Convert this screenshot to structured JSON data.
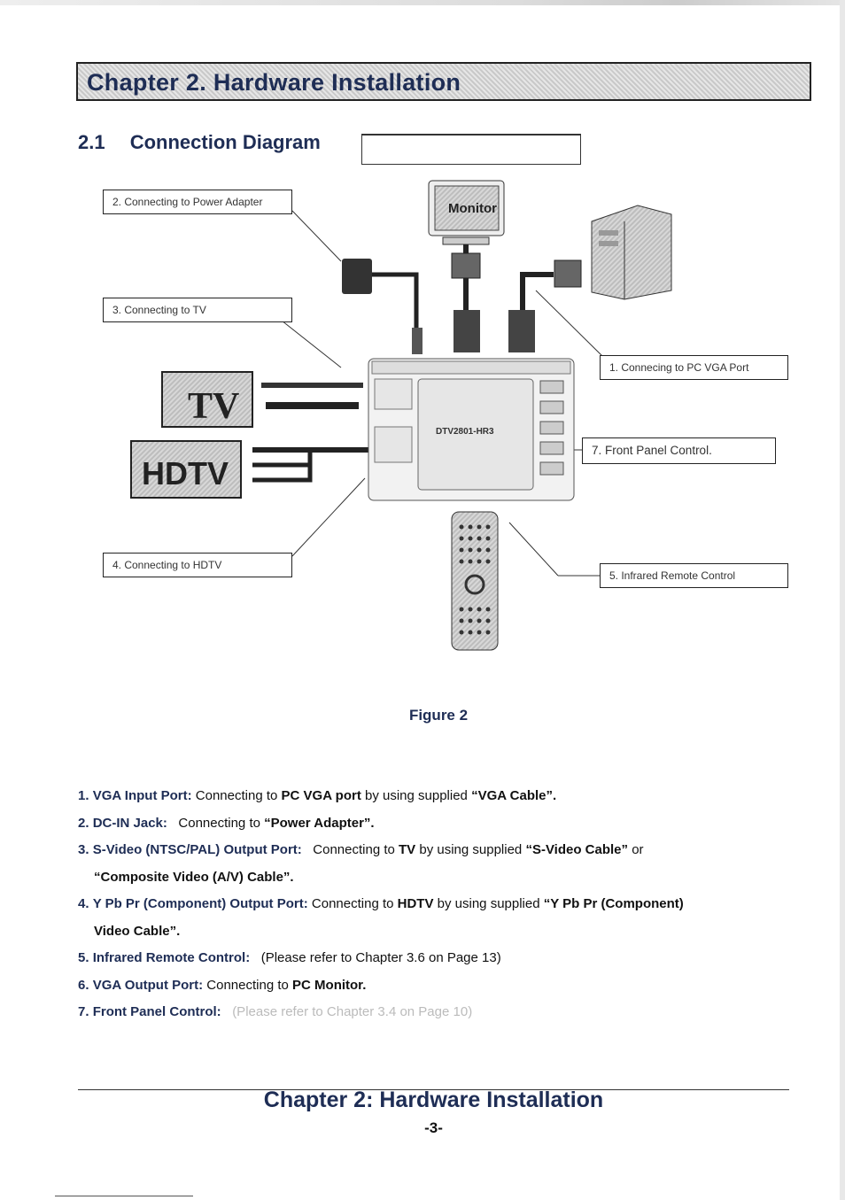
{
  "chapter_heading": "Chapter 2. Hardware Installation",
  "section": {
    "number": "2.1",
    "title": "Connection Diagram"
  },
  "diagram": {
    "callouts": {
      "power": "2. Connecting to Power Adapter",
      "tv": "3. Connecting to TV",
      "pc": "1. Connecing to PC VGA Port",
      "front_panel": "7. Front Panel Control.",
      "hdtv": "4. Connecting to HDTV",
      "remote": "5. Infrared Remote Control"
    },
    "device_labels": {
      "monitor": "Monitor",
      "tv": "TV",
      "hdtv": "HDTV",
      "box": "DTV2801-HR3"
    }
  },
  "figure_caption": "Figure 2",
  "list": [
    {
      "num": "1.",
      "term": "VGA Input Port:",
      "parts": [
        " Connecting to ",
        "PC VGA port",
        " by using supplied ",
        "“VGA Cable”."
      ]
    },
    {
      "num": "2.",
      "term": "DC-IN Jack:",
      "parts": [
        "   Connecting to ",
        "“Power Adapter”."
      ]
    },
    {
      "num": "3.",
      "term": "S-Video (NTSC/PAL) Output Port:",
      "parts": [
        "   Connecting to ",
        "TV",
        " by using supplied ",
        "“S-Video Cable”",
        " or"
      ]
    },
    {
      "cont": "“Composite Video (A/V) Cable”."
    },
    {
      "num": "4.",
      "term": "Y Pb Pr (Component) Output Port:",
      "parts": [
        " Connecting to ",
        "HDTV",
        " by using supplied ",
        "“Y Pb Pr (Component)"
      ]
    },
    {
      "cont": "Video Cable”."
    },
    {
      "num": "5.",
      "term": "Infrared Remote Control:",
      "parts": [
        "   (Please refer to Chapter 3.6 on Page 13)"
      ]
    },
    {
      "num": "6.",
      "term": "VGA Output Port:",
      "parts": [
        " Connecting to ",
        "PC Monitor."
      ]
    },
    {
      "num": "7.",
      "term": "Front Panel Control:",
      "parts": [
        "   (Please refer to Chapter 3.4 on Page 10)"
      ]
    }
  ],
  "footer": {
    "title": "Chapter 2: Hardware Installation",
    "page": "-3-"
  }
}
